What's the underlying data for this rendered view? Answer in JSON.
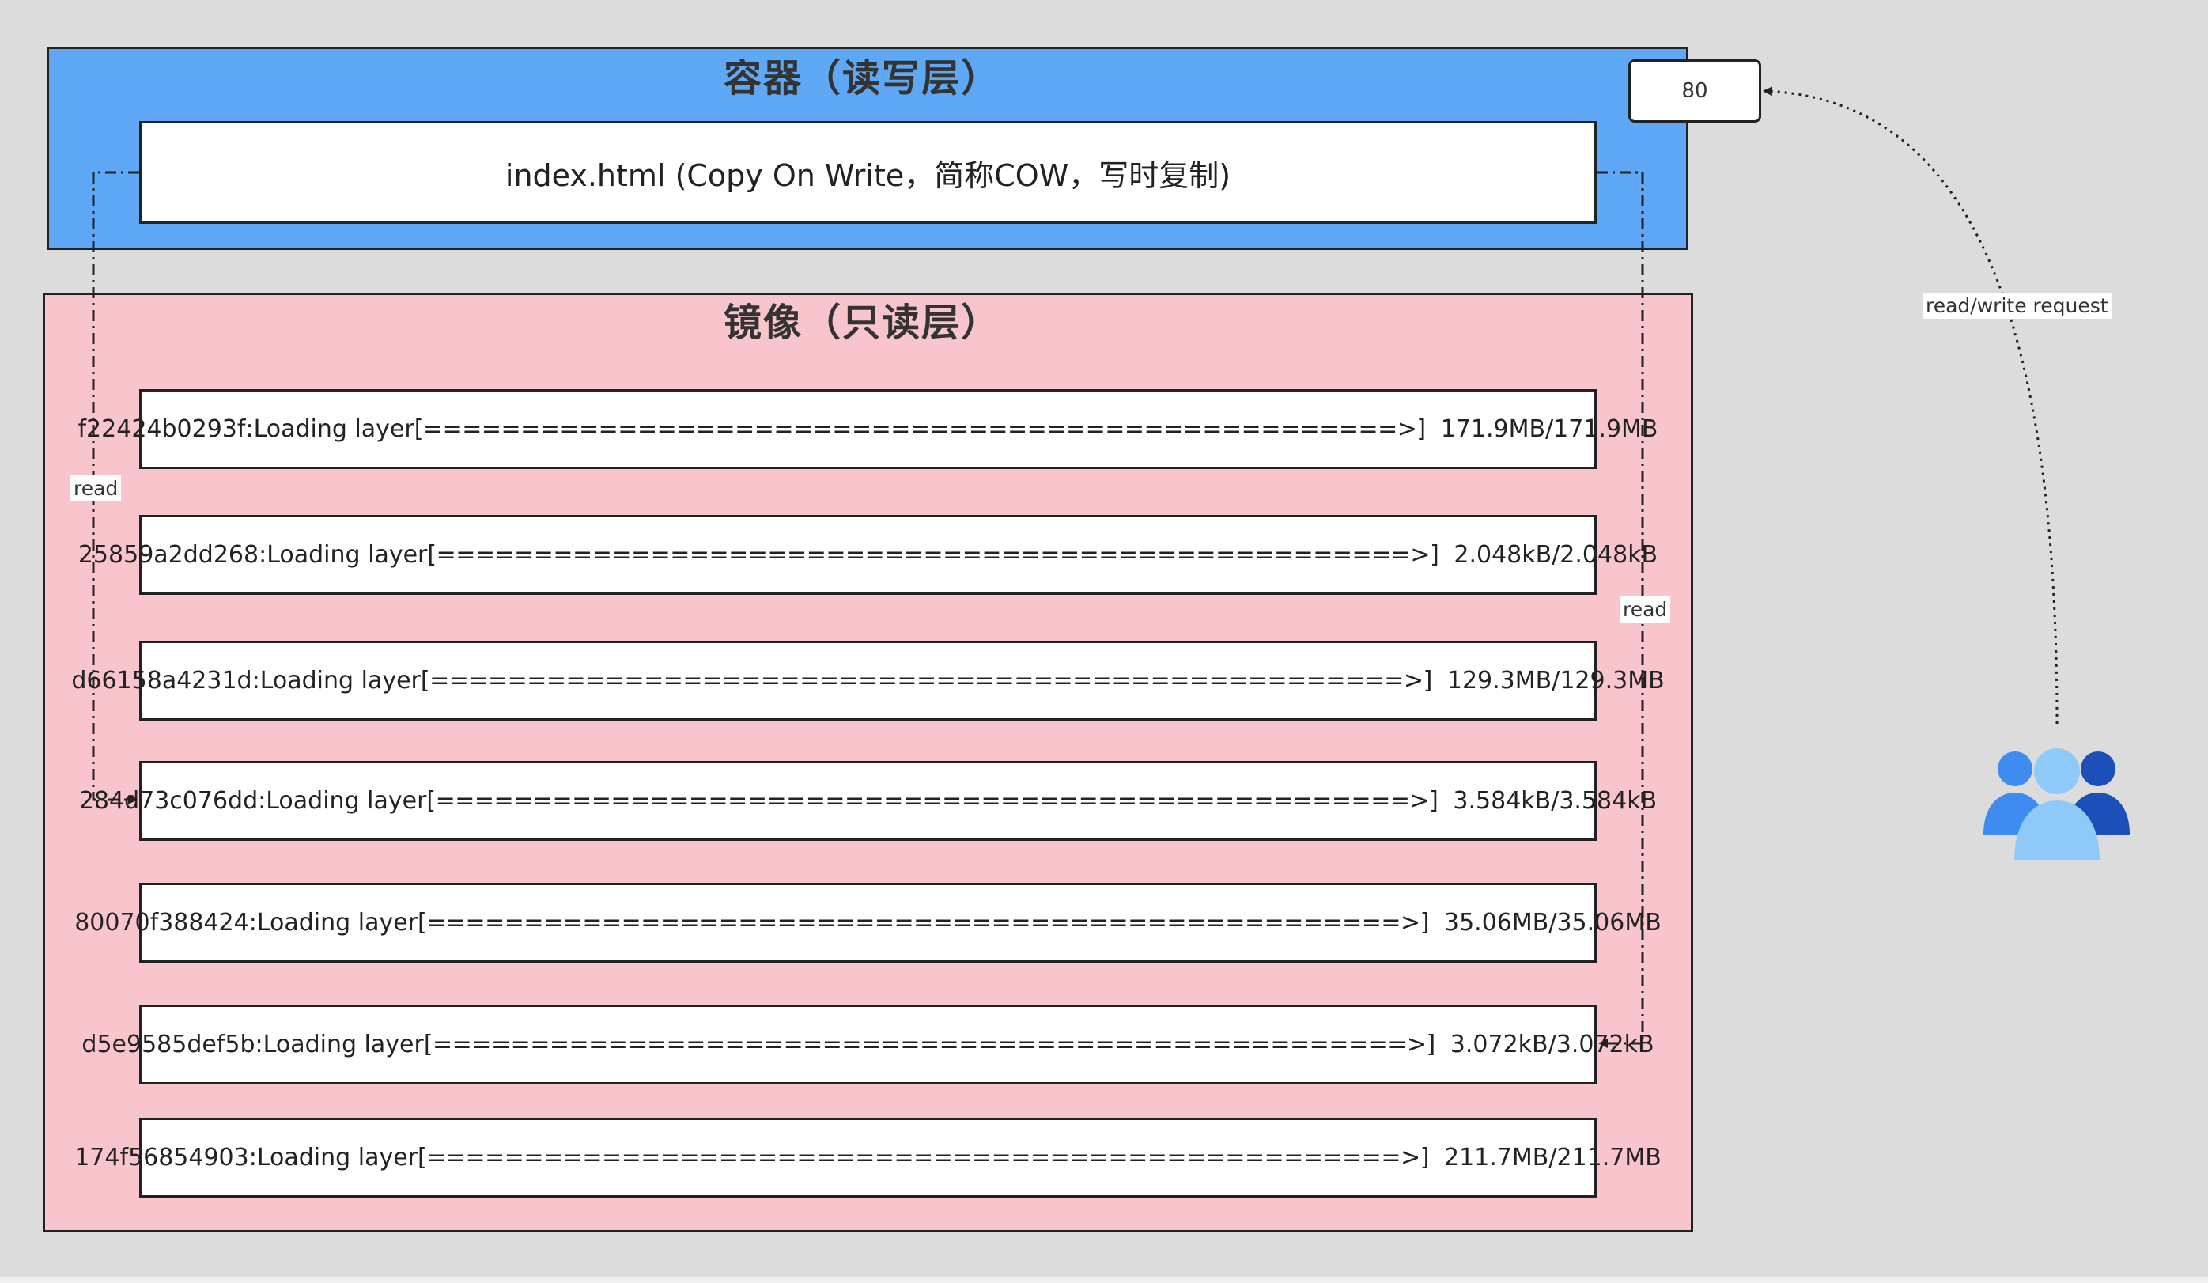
{
  "container": {
    "title": "容器（读写层）",
    "file_label": "index.html (Copy On Write，简称COW，写时复制)"
  },
  "image": {
    "title": "镜像（只读层）",
    "layers": [
      {
        "id": "f22424b0293f",
        "status": "Loading layer",
        "bar": "[==================================================>]",
        "size": "171.9MB/171.9MB"
      },
      {
        "id": "25859a2dd268",
        "status": "Loading layer",
        "bar": "[==================================================>]",
        "size": "2.048kB/2.048kB"
      },
      {
        "id": "d66158a4231d",
        "status": "Loading layer",
        "bar": "[==================================================>]",
        "size": "129.3MB/129.3MB"
      },
      {
        "id": "284d73c076dd",
        "status": "Loading layer",
        "bar": "[==================================================>]",
        "size": "3.584kB/3.584kB"
      },
      {
        "id": "80070f388424",
        "status": "Loading layer",
        "bar": "[==================================================>]",
        "size": "35.06MB/35.06MB"
      },
      {
        "id": "d5e9585def5b",
        "status": "Loading layer",
        "bar": "[==================================================>]",
        "size": "3.072kB/3.072kB"
      },
      {
        "id": "174f56854903",
        "status": "Loading layer",
        "bar": "[==================================================>]",
        "size": "211.7MB/211.7MB"
      }
    ]
  },
  "port": {
    "label": "80"
  },
  "edges": {
    "left_read": "read",
    "right_read": "read",
    "request": "read/write request"
  },
  "users_icon": "user-group-icon",
  "colors": {
    "container_fill": "#5ea8f5",
    "image_fill": "#f9c5cc",
    "background": "#dcdcdc",
    "user_light": "#8ec9fa",
    "user_mid": "#3f8cf0",
    "user_dark": "#1d4fb8"
  }
}
